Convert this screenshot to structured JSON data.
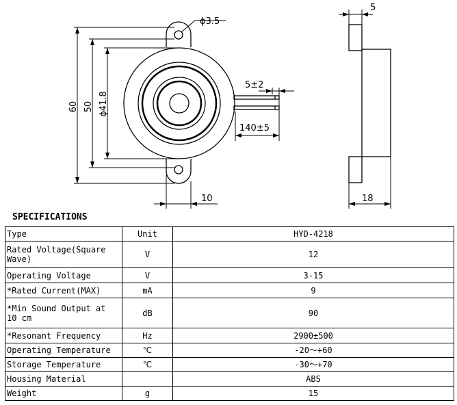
{
  "dimensions": {
    "hole_dia": "ϕ3.5",
    "overall_height": "60",
    "mount_spacing": "50",
    "body_dia": "ϕ41.8",
    "wire_strip": "5±2",
    "wire_length": "140±5",
    "tab_offset": "10",
    "flange_thickness": "5",
    "total_depth": "18"
  },
  "specifications": {
    "title": "SPECIFICATIONS",
    "header": {
      "name": "Type",
      "unit": "Unit",
      "value": "HYD-4218"
    },
    "rows": [
      {
        "name": "Rated Voltage(Square Wave)",
        "unit": "V",
        "value": "12"
      },
      {
        "name": "Operating Voltage",
        "unit": "V",
        "value": "3-15"
      },
      {
        "name": "*Rated Current(MAX)",
        "unit": "mA",
        "value": "9"
      },
      {
        "name": "*Min Sound Output at 10 cm",
        "unit": "dB",
        "value": "90"
      },
      {
        "name": "*Resonant Frequency",
        "unit": "Hz",
        "value": "2900±500"
      },
      {
        "name": "Operating Temperature",
        "unit": "℃",
        "value": "-20～+60"
      },
      {
        "name": "Storage Temperature",
        "unit": "℃",
        "value": "-30～+70"
      },
      {
        "name": "Housing Material",
        "unit": "",
        "value": "ABS"
      },
      {
        "name": "Weight",
        "unit": "g",
        "value": "15"
      }
    ]
  }
}
